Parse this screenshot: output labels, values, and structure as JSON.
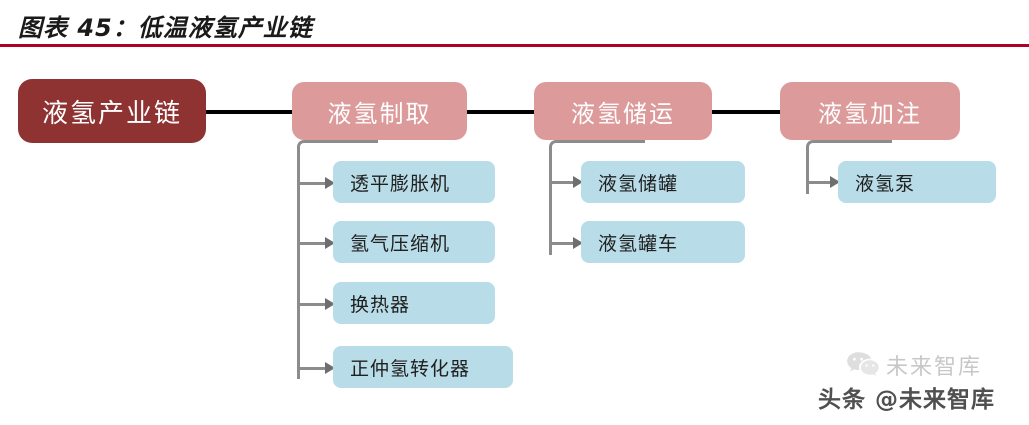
{
  "title": {
    "text": "图表 45：低温液氢产业链",
    "rule_color": "#B00028"
  },
  "colors": {
    "root_box": "#8F3232",
    "stage_box": "#DC9A9A",
    "leaf_box": "#B8DCE8",
    "main_connector": "#000000",
    "branch_connector": "#8C8C8C",
    "root_text": "#FFFFFF",
    "stage_text": "#FFFFFF",
    "leaf_text": "#202020"
  },
  "diagram": {
    "type": "flow-tree",
    "root": {
      "label": "液氢产业链"
    },
    "stages": [
      {
        "label": "液氢制取",
        "children": [
          {
            "label": "透平膨胀机"
          },
          {
            "label": "氢气压缩机"
          },
          {
            "label": "换热器"
          },
          {
            "label": "正仲氢转化器"
          }
        ]
      },
      {
        "label": "液氢储运",
        "children": [
          {
            "label": "液氢储罐"
          },
          {
            "label": "液氢罐车"
          }
        ]
      },
      {
        "label": "液氢加注",
        "children": [
          {
            "label": "液氢泵"
          }
        ]
      }
    ]
  },
  "watermarks": {
    "wechat": {
      "label": "未来智库",
      "icon": "wechat-icon"
    },
    "toutiao": {
      "label": "头条 @未来智库"
    }
  }
}
